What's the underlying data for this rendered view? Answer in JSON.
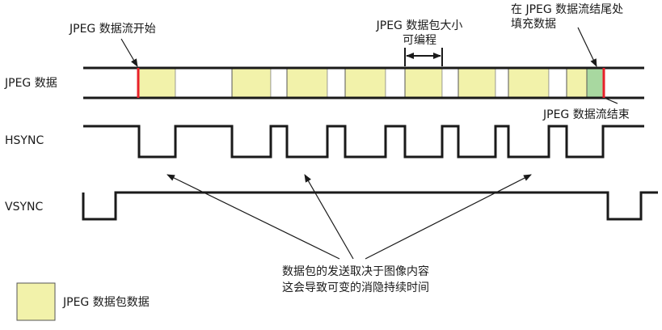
{
  "labels": {
    "stream_start": "JPEG 数据流开始",
    "packet_size_line1": "JPEG 数据包大小",
    "packet_size_line2": "可编程",
    "padding_line1": "在 JPEG 数据流结尾处",
    "padding_line2": "填充数据",
    "stream_end": "JPEG 数据流结束",
    "note_line1": "数据包的发送取决于图像内容",
    "note_line2": "这会导致可变的消隐持续时间"
  },
  "signals": {
    "jpeg_data": "JPEG 数据",
    "hsync": "HSYNC",
    "vsync": "VSYNC"
  },
  "legend": {
    "packet_label": "JPEG 数据包数据"
  },
  "colors": {
    "packet_fill": "#f2f2aa",
    "padding_fill": "#a8d8a0",
    "marker": "#e8202a",
    "line": "#1a1a1a",
    "gap_fill": "#ffffff"
  }
}
